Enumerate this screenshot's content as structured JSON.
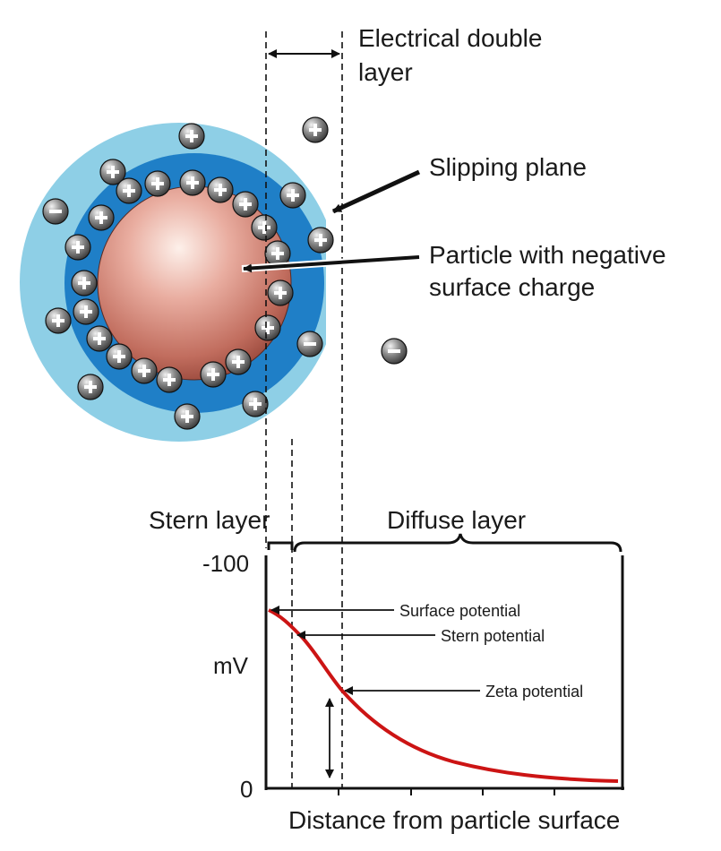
{
  "labels": {
    "double_layer_line1": "Electrical double",
    "double_layer_line2": "layer",
    "slipping_plane": "Slipping plane",
    "particle_line1": "Particle with negative",
    "particle_line2": "surface charge",
    "stern_layer": "Stern layer",
    "diffuse_layer": "Diffuse layer",
    "surface_potential": "Surface potential",
    "stern_potential": "Stern potential",
    "zeta_potential": "Zeta potential",
    "ion_plus": "+",
    "ion_minus": "-"
  },
  "axes": {
    "y_top": "-100",
    "y_unit": "mV",
    "y_bottom": "0",
    "x_label": "Distance from particle surface"
  },
  "colors": {
    "outer_layer": "#8ecfe6",
    "inner_layer": "#1f7fc7",
    "particle_light": "#fbe3d9",
    "particle_dark": "#9b4a3c",
    "curve": "#cc1414",
    "ion_dark": "#4a4a4a"
  }
}
